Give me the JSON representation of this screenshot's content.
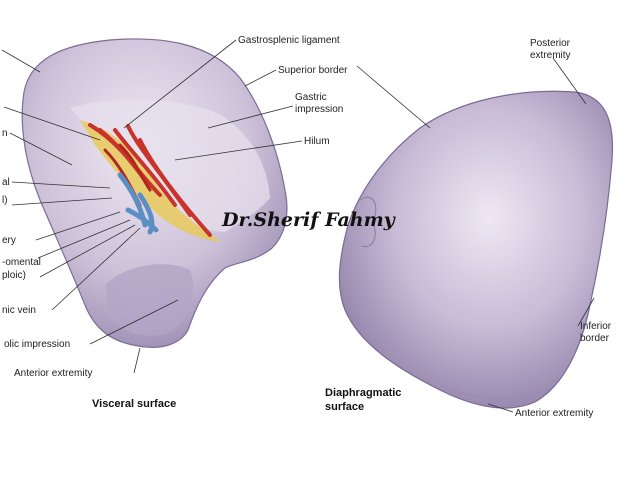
{
  "watermark": "Dr.Sherif Fahmy",
  "visceral": {
    "caption": "Visceral surface",
    "labels": {
      "gastrosplenic": "Gastrosplenic ligament",
      "superior_border": "Superior border",
      "gastric_1": "Gastric",
      "gastric_2": "impression",
      "hilum": "Hilum",
      "left_1": "n",
      "left_2": "al",
      "left_3": "l)",
      "left_4": "ery",
      "left_5": "-omental",
      "left_6": "ploic)",
      "left_7": "nic vein",
      "colic_impression": "olic impression",
      "anterior_extremity": "Anterior extremity"
    }
  },
  "diaphragmatic": {
    "caption_1": "Diaphragmatic",
    "caption_2": "surface",
    "labels": {
      "posterior_1": "Posterior",
      "posterior_2": "extremity",
      "inferior_1": "Inferior",
      "inferior_2": "border",
      "anterior_extremity": "Anterior extremity"
    }
  },
  "colors": {
    "spleen": "#c9bdd6",
    "spleen_shadow": "#8e7fa6",
    "spleen_light": "#ece6f1",
    "artery": "#c8332b",
    "vein": "#5b8fc4",
    "fat": "#e8c95a"
  }
}
